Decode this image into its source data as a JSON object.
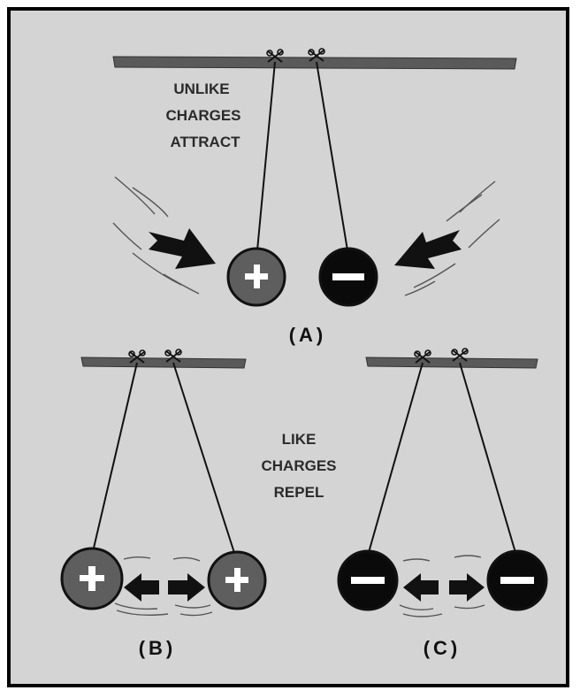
{
  "colors": {
    "background": "#d4d4d4",
    "frame": "#000000",
    "bar": "#5a5a5a",
    "positive_ball": "#5e5e5e",
    "negative_ball": "#0a0a0a",
    "sign": "#ffffff",
    "arrow": "#111111"
  },
  "panels": [
    {
      "id": "A",
      "label": "(A)",
      "caption_lines": [
        "UNLIKE",
        "CHARGES",
        "ATTRACT"
      ],
      "left_charge": "+",
      "right_charge": "−",
      "interaction": "attract"
    },
    {
      "id": "B",
      "label": "(B)",
      "left_charge": "+",
      "right_charge": "+",
      "interaction": "repel"
    },
    {
      "id": "C",
      "label": "(C)",
      "left_charge": "−",
      "right_charge": "−",
      "interaction": "repel"
    }
  ],
  "like_caption_lines": [
    "LIKE",
    "CHARGES",
    "REPEL"
  ],
  "icons": [
    "plus-sign-icon",
    "minus-sign-icon",
    "arrow-icon",
    "knot-icon"
  ]
}
